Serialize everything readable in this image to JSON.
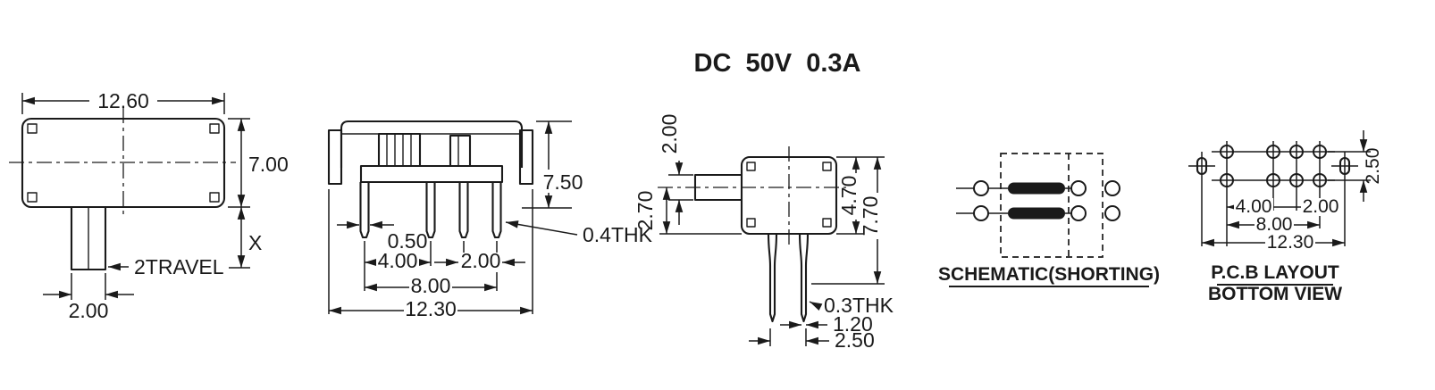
{
  "title": "DC  50V  0.3A",
  "colors": {
    "ink": "#1a1a1a",
    "background": "#ffffff"
  },
  "front_view": {
    "width": "12.60",
    "height": "7.00",
    "stem_pos": "X",
    "travel": "2TRAVEL",
    "knob_width": "2.00"
  },
  "terminal_view": {
    "height": "7.50",
    "pin_width": "0.50",
    "pitch_a": "4.00",
    "pitch_b": "2.00",
    "pin_span": "8.00",
    "body_width": "12.30",
    "thickness": "0.4THK"
  },
  "side_view": {
    "lever_height": "2.00",
    "lever_offset": "2.70",
    "body_height": "4.70",
    "total_height": "7.70",
    "pin_thickness": "0.3THK",
    "pin_width": "1.20",
    "pin_span": "2.50"
  },
  "schematic": {
    "label": "SCHEMATIC(SHORTING)"
  },
  "pcb": {
    "row_pitch": "2.50",
    "pitch_a": "4.00",
    "pitch_b": "2.00",
    "span": "8.00",
    "overall": "12.30",
    "label_line1": "P.C.B LAYOUT",
    "label_line2": "BOTTOM VIEW"
  }
}
